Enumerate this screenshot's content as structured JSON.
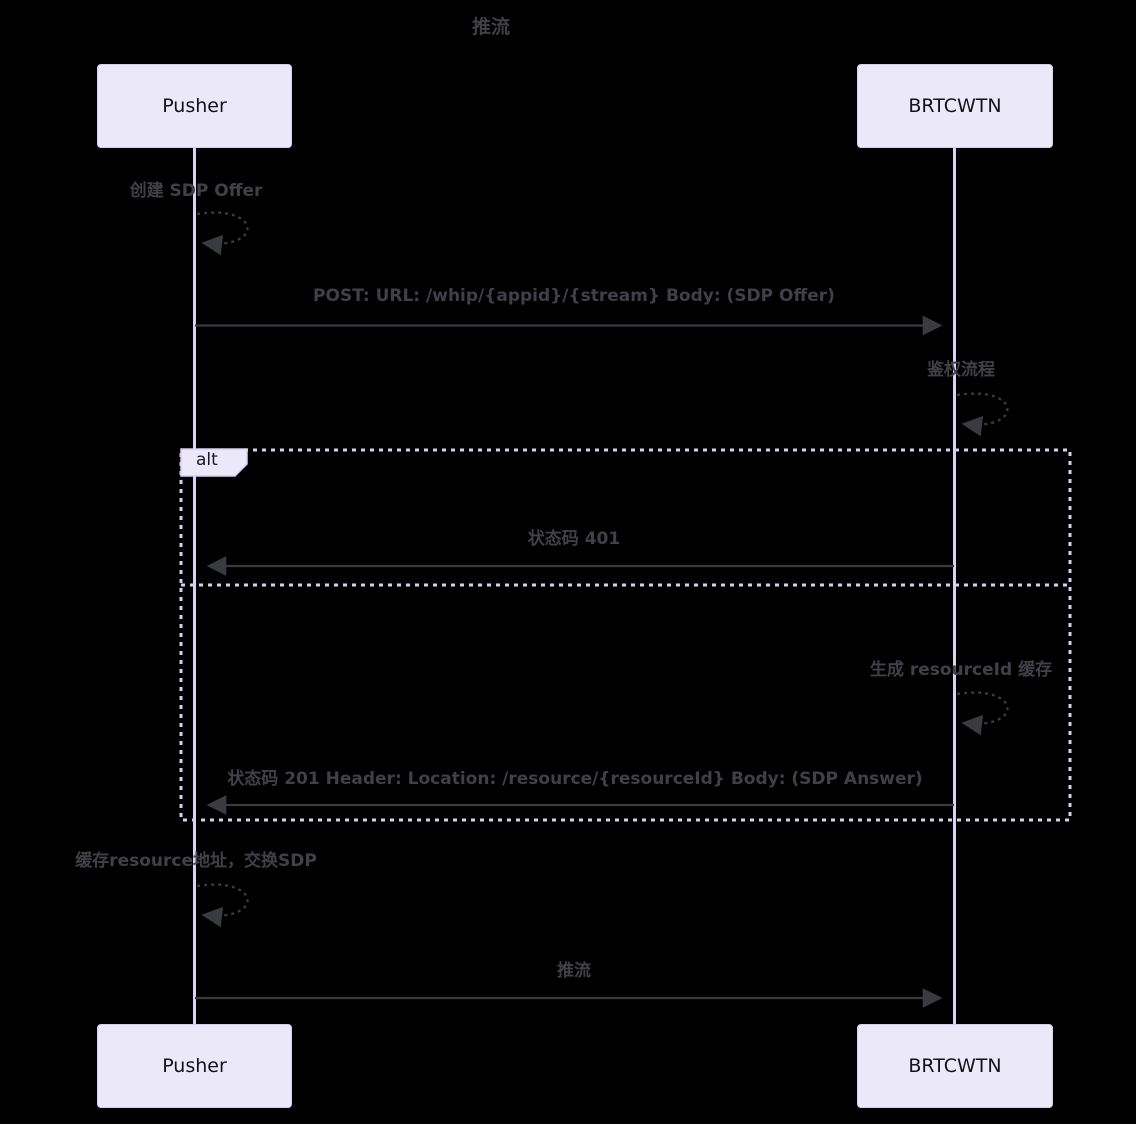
{
  "diagram": {
    "title": "推流",
    "type": "sequence-diagram",
    "participants": [
      {
        "id": "pusher",
        "label": "Pusher"
      },
      {
        "id": "brtcwtn",
        "label": "BRTCWTN"
      }
    ],
    "messages": [
      {
        "kind": "self-dotted",
        "from": "Pusher",
        "to": "Pusher",
        "label": "创建 SDP Offer"
      },
      {
        "kind": "solid-arrow",
        "from": "Pusher",
        "to": "BRTCWTN",
        "label": "POST: URL: /whip/{appid}/{stream} Body: (SDP Offer)"
      },
      {
        "kind": "self-dotted",
        "from": "BRTCWTN",
        "to": "BRTCWTN",
        "label": "鉴权流程"
      },
      {
        "kind": "solid-arrow",
        "from": "BRTCWTN",
        "to": "Pusher",
        "label": "状态码 401",
        "frame_section": "alt-1"
      },
      {
        "kind": "self-dotted",
        "from": "BRTCWTN",
        "to": "BRTCWTN",
        "label": "生成 resourceId 缓存",
        "frame_section": "alt-2"
      },
      {
        "kind": "solid-arrow",
        "from": "BRTCWTN",
        "to": "Pusher",
        "label": "状态码 201 Header: Location: /resource/{resourceId} Body: (SDP Answer)",
        "frame_section": "alt-2"
      },
      {
        "kind": "self-dotted",
        "from": "Pusher",
        "to": "Pusher",
        "label": "缓存resource地址，交换SDP"
      },
      {
        "kind": "solid-arrow",
        "from": "Pusher",
        "to": "BRTCWTN",
        "label": "推流"
      }
    ],
    "frame": {
      "label": "alt",
      "sections": 2
    },
    "colors": {
      "background": "#000000",
      "actor_fill": "#eae8f9",
      "actor_border": "#d9cef2",
      "actor_text": "#131318",
      "lifeline": "#dcd1f0",
      "frame_border": "#d9cef2",
      "frame_label_fill": "#eae8f9",
      "arrow_stroke": "#3a3a41",
      "message_text": "#404047"
    }
  }
}
